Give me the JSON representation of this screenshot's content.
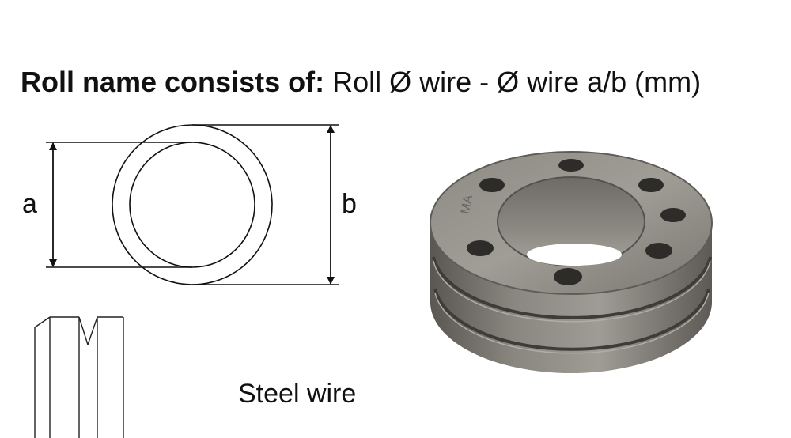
{
  "headline": {
    "bold": "Roll name consists of:",
    "rest": " Roll Ø wire - Ø wire  a/b (mm)"
  },
  "labels": {
    "a": "a",
    "b": "b"
  },
  "caption": "Steel wire",
  "roll_marking": "MA",
  "colors": {
    "line": "#111111",
    "metal_light": "#9a9892",
    "metal_mid": "#7d7a74",
    "metal_dark": "#4f4c47"
  }
}
